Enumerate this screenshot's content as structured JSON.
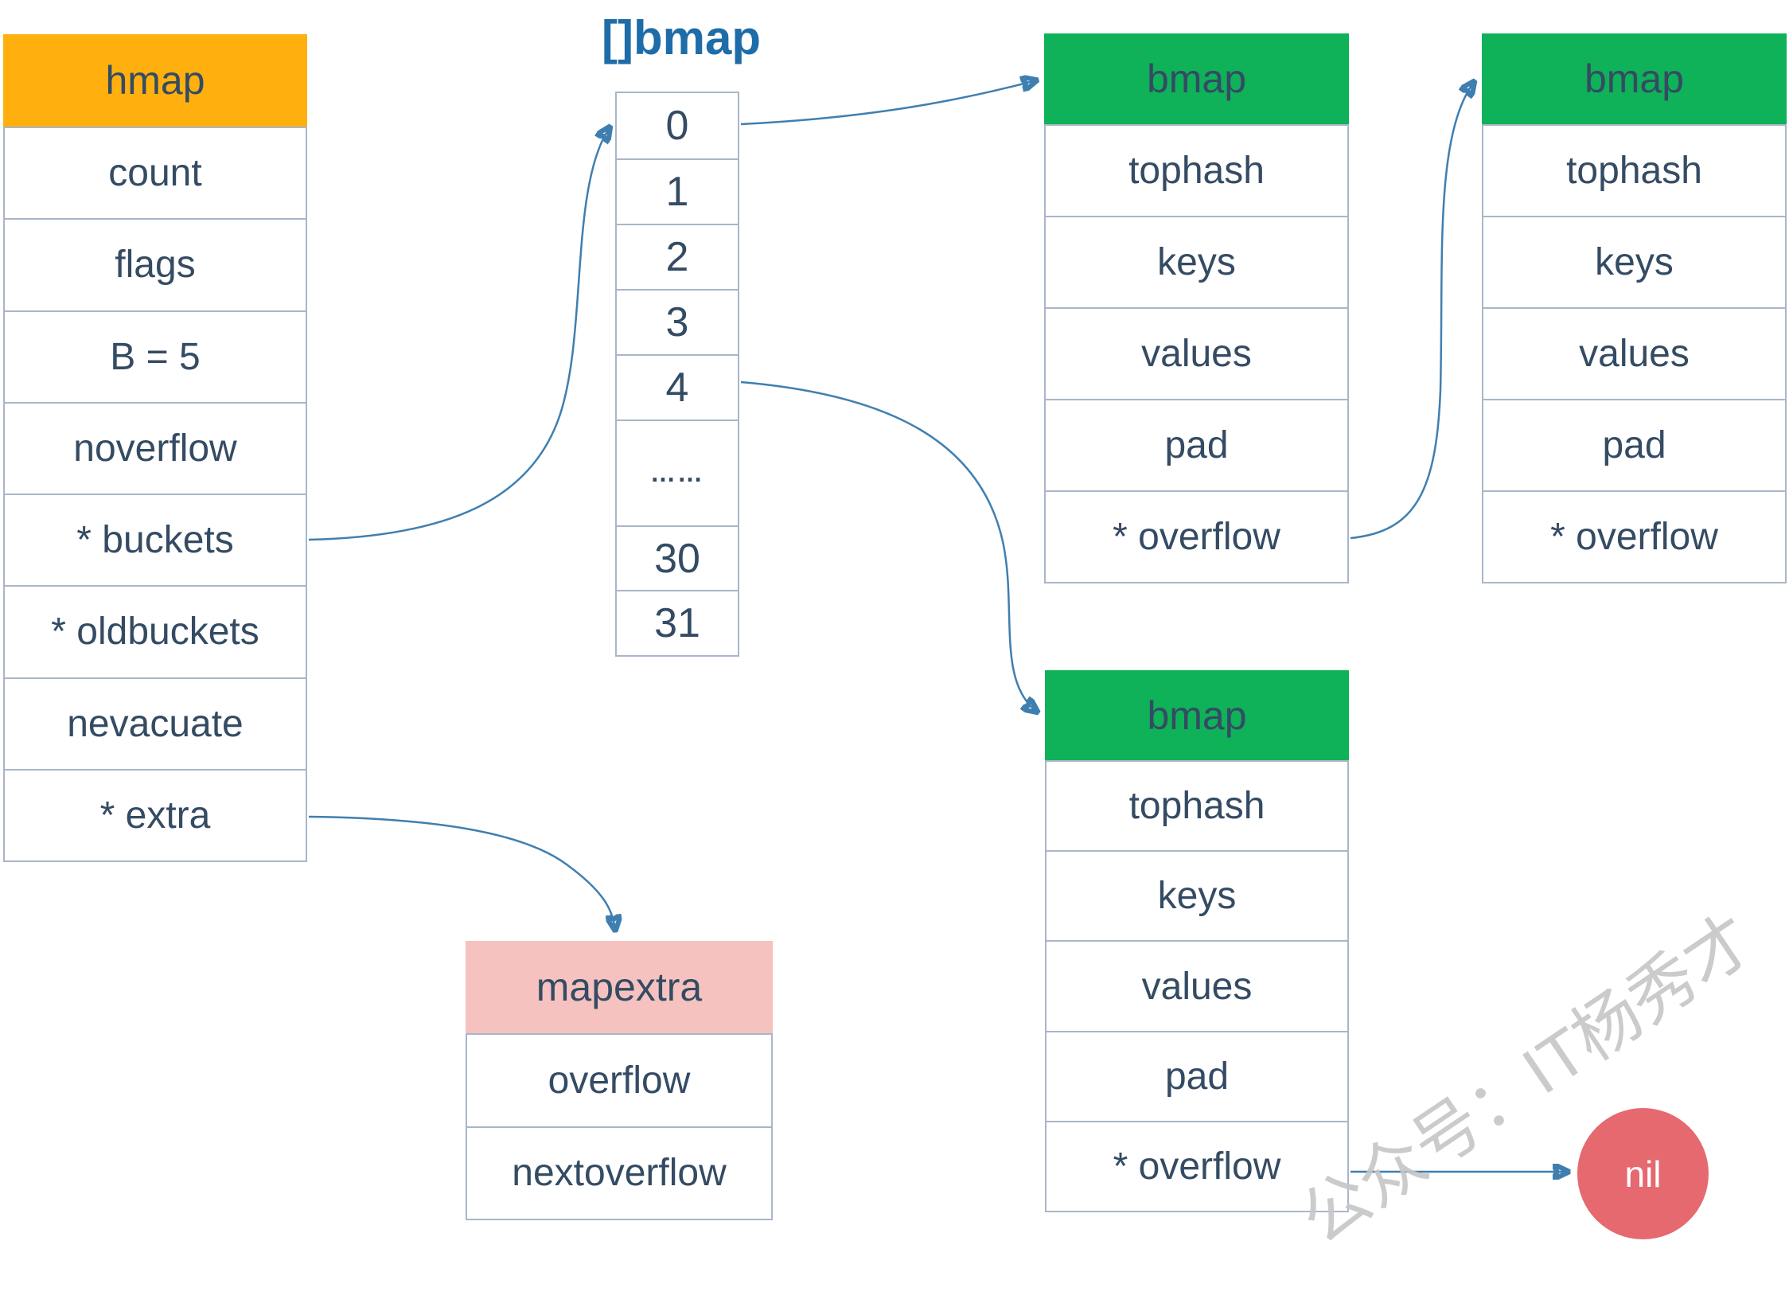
{
  "watermark": "公众号：IT杨秀才",
  "colors": {
    "hmap-header": "#FFB00E",
    "bmap-header": "#0FB159",
    "mapextra-header": "#F5C2C0",
    "nil-fill": "#E5696F",
    "text": "#344B63",
    "arrow": "#3F7FB0",
    "title-blue": "#1E6CA8",
    "border": "#A9B6C9"
  },
  "hmap": {
    "title": "hmap",
    "rows": [
      "count",
      "flags",
      "B = 5",
      "noverflow",
      "* buckets",
      "* oldbuckets",
      "nevacuate",
      "* extra"
    ]
  },
  "bucket_array": {
    "title": "[]bmap",
    "cells": [
      "0",
      "1",
      "2",
      "3",
      "4",
      "……",
      "30",
      "31"
    ]
  },
  "bmap": {
    "title": "bmap",
    "rows": [
      "tophash",
      "keys",
      "values",
      "pad",
      "* overflow"
    ]
  },
  "mapextra": {
    "title": "mapextra",
    "rows": [
      "overflow",
      "nextoverflow"
    ]
  },
  "nil": {
    "label": "nil"
  }
}
